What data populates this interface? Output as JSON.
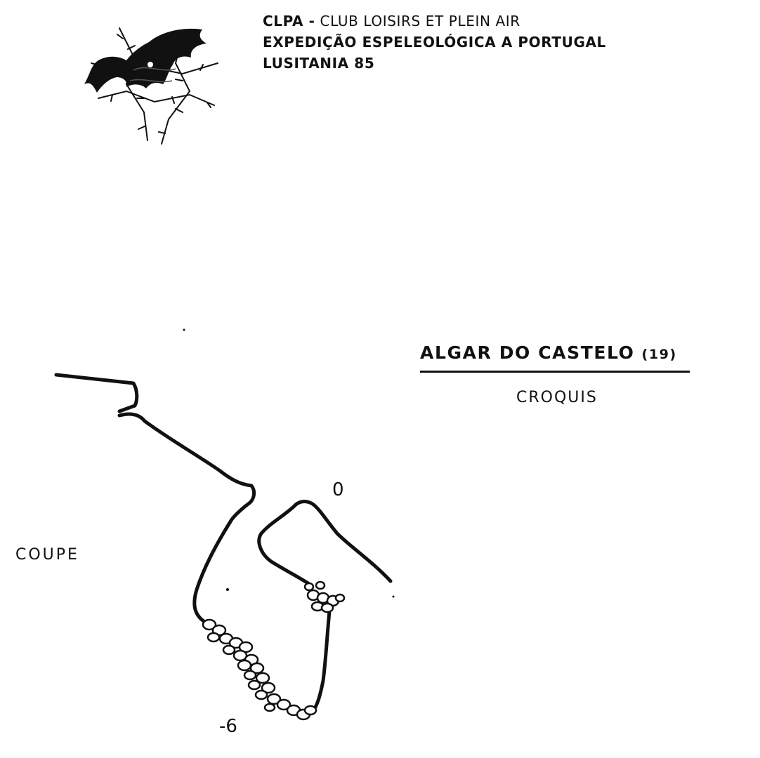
{
  "header": {
    "line1_bold": "CLPA -",
    "line1_rest": " CLUB LOISIRS ET PLEIN AIR",
    "line2": "EXPEDIÇÃO ESPELEOLÓGICA A PORTUGAL",
    "line3": "LUSITANIA 85"
  },
  "logo": {
    "icon": "bat-icon",
    "color": "#111111"
  },
  "drawing": {
    "title": "ALGAR DO CASTELO",
    "number": "(19)",
    "subtitle": "CROQUIS",
    "view_label": "COUPE",
    "depth_top": "0",
    "depth_bottom": "-6"
  }
}
